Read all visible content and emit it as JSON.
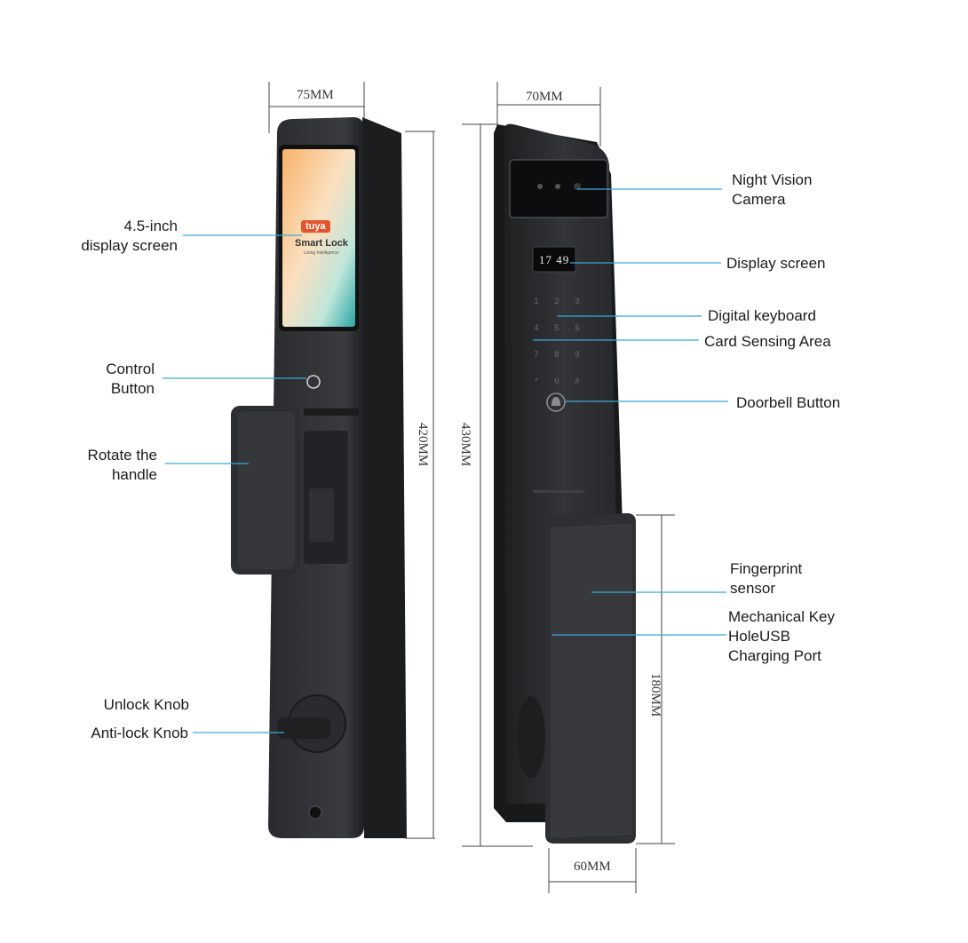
{
  "dimensions": {
    "left_width": "75MM",
    "left_height": "420MM",
    "right_width": "70MM",
    "right_height": "430MM",
    "handle_height": "180MM",
    "handle_width": "60MM"
  },
  "callouts_left": {
    "display": "4.5-inch\ndisplay screen",
    "control": "Control\nButton",
    "rotate": "Rotate the\nhandle",
    "unlock": "Unlock Knob",
    "antilock": "Anti-lock Knob"
  },
  "callouts_right": {
    "camera": "Night Vision\nCamera",
    "display": "Display screen",
    "keyboard": "Digital keyboard",
    "card": "Card Sensing Area",
    "doorbell": "Doorbell Button",
    "fingerprint": "Fingerprint\nsensor",
    "mechanical": "Mechanical Key\nHoleUSB\nCharging Port"
  },
  "screen": {
    "logo": "tuya",
    "title": "Smart Lock",
    "subtitle": "Living Intelligence"
  },
  "clock": "17 49",
  "colors": {
    "body": "#2b2c2f",
    "line": "#3aa9dc"
  }
}
